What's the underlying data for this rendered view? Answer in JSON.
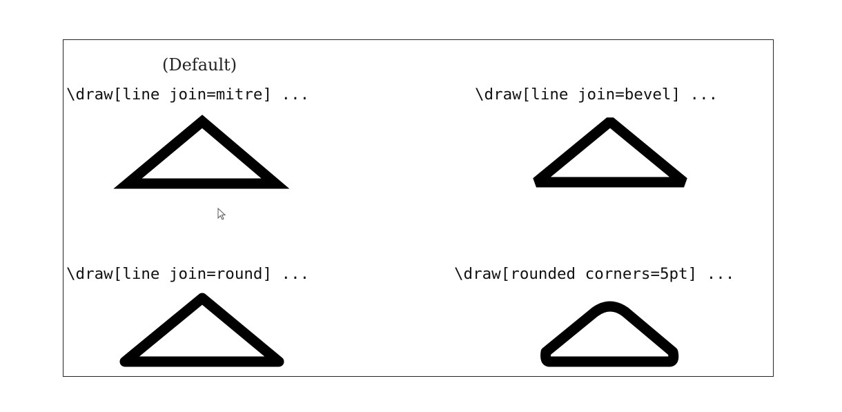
{
  "default_note": "(Default)",
  "examples": [
    {
      "caption": "\\draw[line join=mitre] ...",
      "join": "miter"
    },
    {
      "caption": "\\draw[line join=bevel] ...",
      "join": "bevel"
    },
    {
      "caption": "\\draw[line join=round] ...",
      "join": "round"
    },
    {
      "caption": "\\draw[rounded corners=5pt] ...",
      "join": "rounded-corners"
    }
  ],
  "colors": {
    "stroke": "#000000",
    "frame": "#222222",
    "background": "#ffffff"
  },
  "icons": {
    "cursor": "mouse-pointer-icon"
  }
}
